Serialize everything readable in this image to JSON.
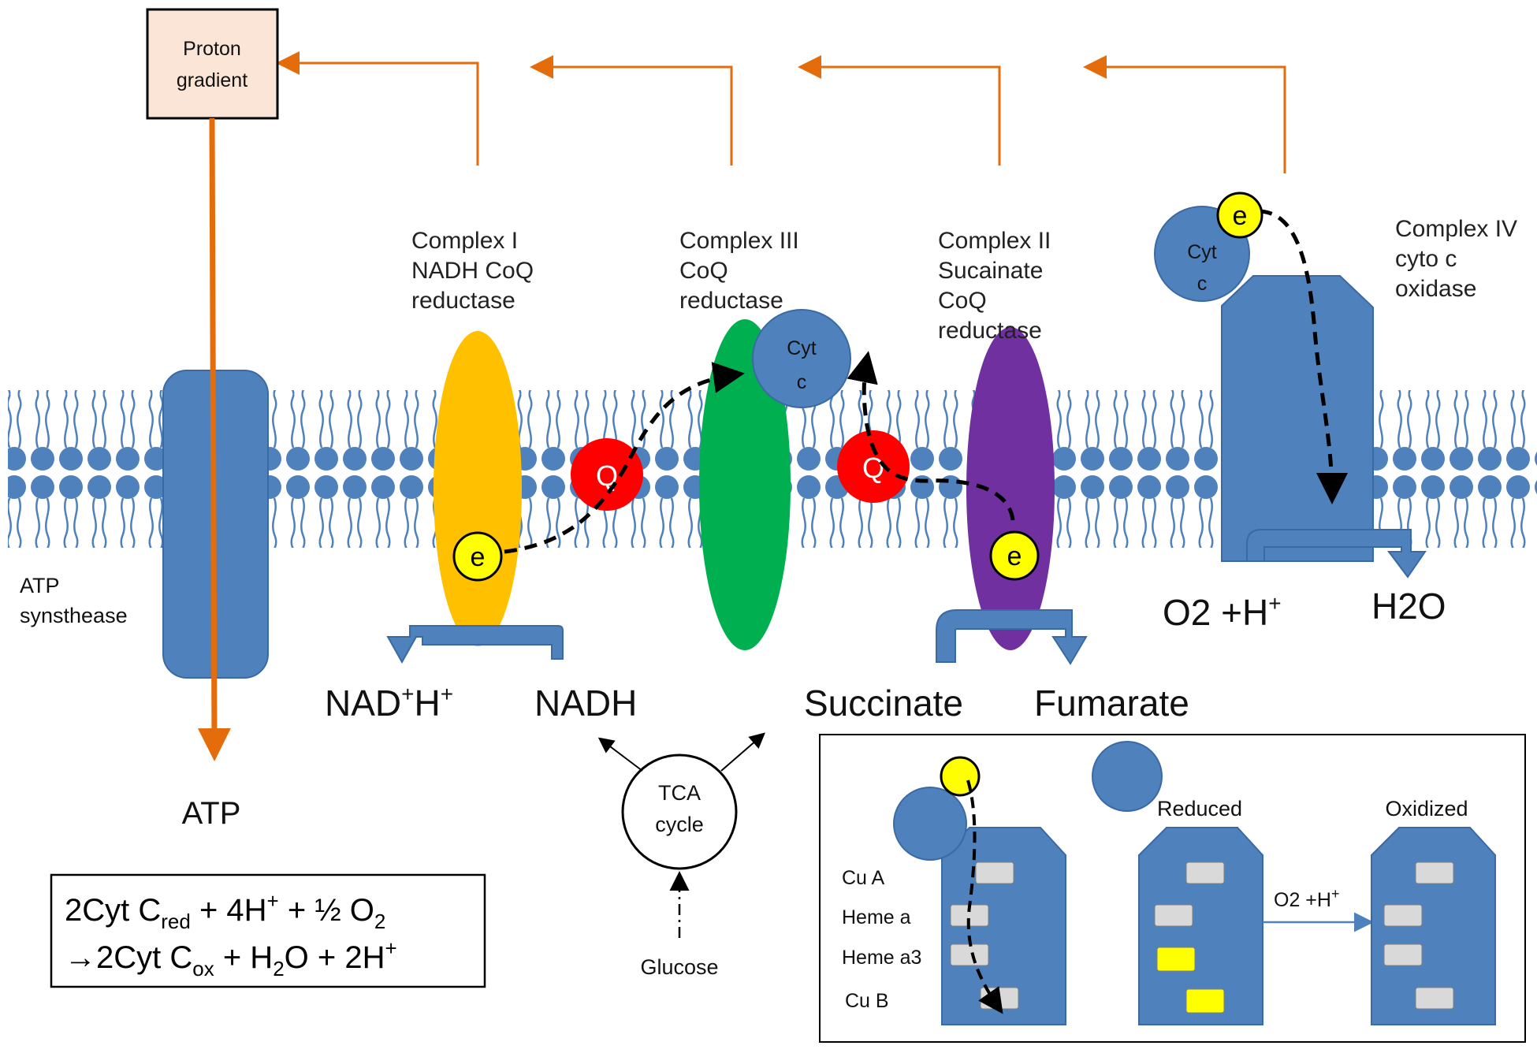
{
  "colors": {
    "membrane": "#4f81bd",
    "proton_arrow": "#e46c0a",
    "complex_i": "#ffc000",
    "complex_iii": "#00b050",
    "complex_ii": "#7030a0",
    "quinone": "#ff0000",
    "electron": "#ffff00"
  },
  "proton_box": {
    "line1": "Proton",
    "line2": "gradient"
  },
  "atp_synthase": {
    "line1": "ATP",
    "line2": "synsthease",
    "product": "ATP"
  },
  "complex_i": {
    "line1": "Complex I",
    "line2": "NADH CoQ",
    "line3": "reductase"
  },
  "complex_iii": {
    "line1": "Complex III",
    "line2": "CoQ",
    "line3": "reductase"
  },
  "complex_ii": {
    "line1": "Complex II",
    "line2": "Sucainate",
    "line3": "CoQ",
    "line4": "reductase"
  },
  "complex_iv": {
    "line1": "Complex IV",
    "line2": "cyto c",
    "line3": "oxidase"
  },
  "cyt_c": {
    "line1": "Cyt",
    "line2": "c"
  },
  "quinone_label": "Q",
  "electron_label": "e",
  "substrates": {
    "nad": "NAD",
    "nad_sup1": "+",
    "nad_h": "H",
    "nad_sup2": "+",
    "nadh": "NADH",
    "succinate": "Succinate",
    "fumarate": "Fumarate",
    "o2": "O2 +H",
    "o2_sup": "+",
    "h2o": "H2O"
  },
  "tca": {
    "line1": "TCA",
    "line2": "cycle",
    "source": "Glucose"
  },
  "equation": {
    "l1_a": "2Cyt C",
    "l1_sub": "red",
    "l1_b": " + 4H",
    "l1_sup": "+",
    "l1_c": " + ½ O",
    "l1_sub2": "2",
    "l2_arrow": "→",
    "l2_a": "2Cyt C",
    "l2_sub": "ox",
    "l2_b": " + H",
    "l2_sub2": "2",
    "l2_c": "O + 2H",
    "l2_sup": "+"
  },
  "inset": {
    "reduced": "Reduced",
    "oxidized": "Oxidized",
    "cu_a": "Cu A",
    "heme_a": "Heme a",
    "heme_a3": "Heme a3",
    "cu_b": "Cu B",
    "transition": "O2 +H",
    "transition_sup": "+"
  }
}
